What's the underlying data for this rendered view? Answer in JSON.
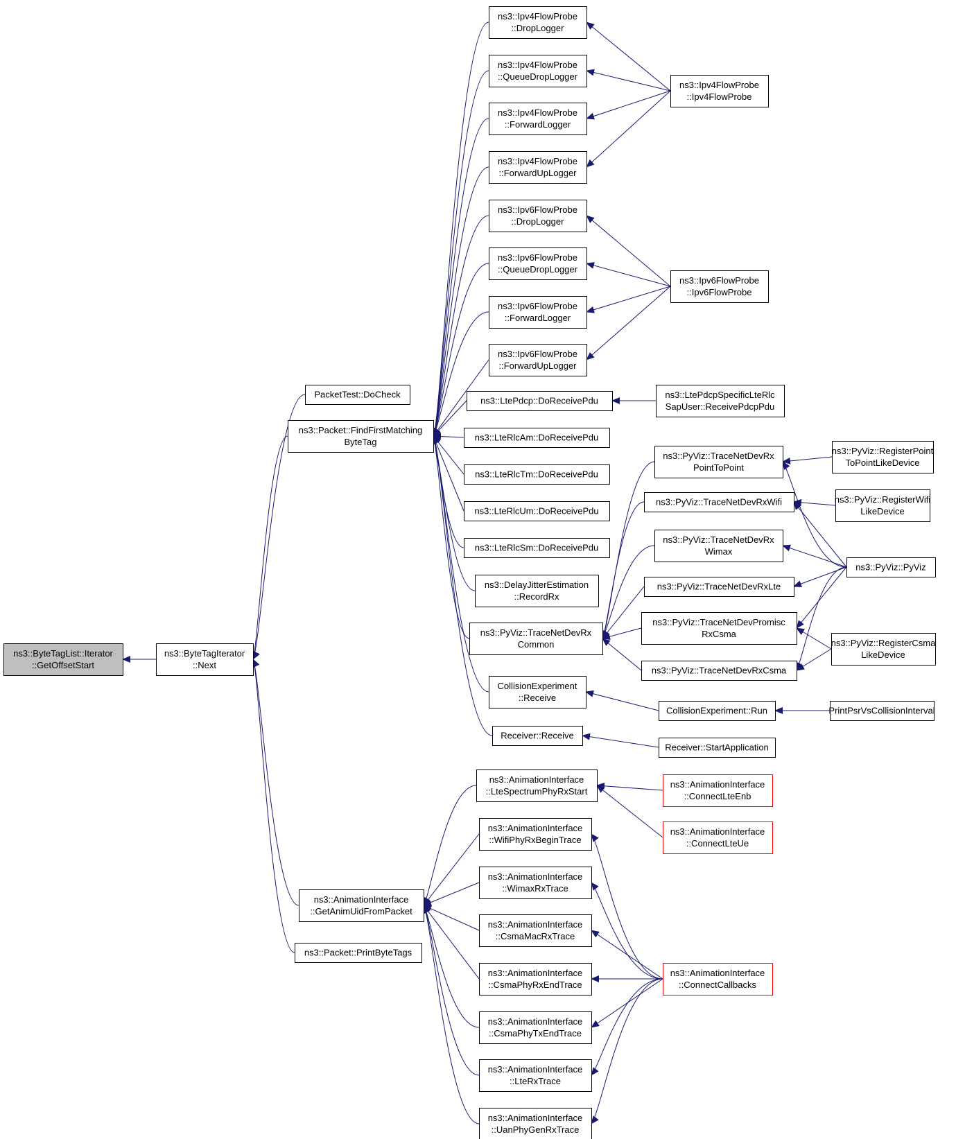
{
  "graph": {
    "colors": {
      "edge": "#191970",
      "root_fill": "#bfbfbf",
      "node_border": "#000000",
      "truncated_border": "#ff0000"
    },
    "nodes": [
      {
        "id": "n0",
        "lines": [
          "ns3::ByteTagList::Iterator",
          "::GetOffsetStart"
        ],
        "style": "root"
      },
      {
        "id": "n1",
        "lines": [
          "ns3::ByteTagIterator",
          "::Next"
        ]
      },
      {
        "id": "n2",
        "lines": [
          "PacketTest::DoCheck"
        ]
      },
      {
        "id": "n3",
        "lines": [
          "ns3::Packet::FindFirstMatching",
          "ByteTag"
        ]
      },
      {
        "id": "n4",
        "lines": [
          "ns3::AnimationInterface",
          "::GetAnimUidFromPacket"
        ]
      },
      {
        "id": "n5",
        "lines": [
          "ns3::Packet::PrintByteTags"
        ]
      },
      {
        "id": "n6",
        "lines": [
          "ns3::Ipv4FlowProbe",
          "::DropLogger"
        ]
      },
      {
        "id": "n7",
        "lines": [
          "ns3::Ipv4FlowProbe",
          "::QueueDropLogger"
        ]
      },
      {
        "id": "n8",
        "lines": [
          "ns3::Ipv4FlowProbe",
          "::ForwardLogger"
        ]
      },
      {
        "id": "n9",
        "lines": [
          "ns3::Ipv4FlowProbe",
          "::ForwardUpLogger"
        ]
      },
      {
        "id": "n10",
        "lines": [
          "ns3::Ipv6FlowProbe",
          "::DropLogger"
        ]
      },
      {
        "id": "n11",
        "lines": [
          "ns3::Ipv6FlowProbe",
          "::QueueDropLogger"
        ]
      },
      {
        "id": "n12",
        "lines": [
          "ns3::Ipv6FlowProbe",
          "::ForwardLogger"
        ]
      },
      {
        "id": "n13",
        "lines": [
          "ns3::Ipv6FlowProbe",
          "::ForwardUpLogger"
        ]
      },
      {
        "id": "n14",
        "lines": [
          "ns3::LtePdcp::DoReceivePdu"
        ]
      },
      {
        "id": "n15",
        "lines": [
          "ns3::LteRlcAm::DoReceivePdu"
        ]
      },
      {
        "id": "n16",
        "lines": [
          "ns3::LteRlcTm::DoReceivePdu"
        ]
      },
      {
        "id": "n17",
        "lines": [
          "ns3::LteRlcUm::DoReceivePdu"
        ]
      },
      {
        "id": "n18",
        "lines": [
          "ns3::LteRlcSm::DoReceivePdu"
        ]
      },
      {
        "id": "n19",
        "lines": [
          "ns3::DelayJitterEstimation",
          "::RecordRx"
        ]
      },
      {
        "id": "n20",
        "lines": [
          "ns3::PyViz::TraceNetDevRx",
          "Common"
        ]
      },
      {
        "id": "n21",
        "lines": [
          "CollisionExperiment",
          "::Receive"
        ]
      },
      {
        "id": "n22",
        "lines": [
          "Receiver::Receive"
        ]
      },
      {
        "id": "n23",
        "lines": [
          "ns3::AnimationInterface",
          "::LteSpectrumPhyRxStart"
        ]
      },
      {
        "id": "n24",
        "lines": [
          "ns3::AnimationInterface",
          "::WifiPhyRxBeginTrace"
        ]
      },
      {
        "id": "n25",
        "lines": [
          "ns3::AnimationInterface",
          "::WimaxRxTrace"
        ]
      },
      {
        "id": "n26",
        "lines": [
          "ns3::AnimationInterface",
          "::CsmaMacRxTrace"
        ]
      },
      {
        "id": "n27",
        "lines": [
          "ns3::AnimationInterface",
          "::CsmaPhyRxEndTrace"
        ]
      },
      {
        "id": "n28",
        "lines": [
          "ns3::AnimationInterface",
          "::CsmaPhyTxEndTrace"
        ]
      },
      {
        "id": "n29",
        "lines": [
          "ns3::AnimationInterface",
          "::LteRxTrace"
        ]
      },
      {
        "id": "n30",
        "lines": [
          "ns3::AnimationInterface",
          "::UanPhyGenRxTrace"
        ]
      },
      {
        "id": "n31",
        "lines": [
          "ns3::Ipv4FlowProbe",
          "::Ipv4FlowProbe"
        ]
      },
      {
        "id": "n32",
        "lines": [
          "ns3::Ipv6FlowProbe",
          "::Ipv6FlowProbe"
        ]
      },
      {
        "id": "n33",
        "lines": [
          "ns3::LtePdcpSpecificLteRlc",
          "SapUser::ReceivePdcpPdu"
        ]
      },
      {
        "id": "n34",
        "lines": [
          "ns3::PyViz::TraceNetDevRx",
          "PointToPoint"
        ]
      },
      {
        "id": "n35",
        "lines": [
          "ns3::PyViz::TraceNetDevRxWifi"
        ]
      },
      {
        "id": "n36",
        "lines": [
          "ns3::PyViz::TraceNetDevRx",
          "Wimax"
        ]
      },
      {
        "id": "n37",
        "lines": [
          "ns3::PyViz::TraceNetDevRxLte"
        ]
      },
      {
        "id": "n38",
        "lines": [
          "ns3::PyViz::TraceNetDevPromisc",
          "RxCsma"
        ]
      },
      {
        "id": "n39",
        "lines": [
          "ns3::PyViz::TraceNetDevRxCsma"
        ]
      },
      {
        "id": "n40",
        "lines": [
          "CollisionExperiment::Run"
        ]
      },
      {
        "id": "n41",
        "lines": [
          "Receiver::StartApplication"
        ]
      },
      {
        "id": "n42",
        "lines": [
          "ns3::AnimationInterface",
          "::ConnectLteEnb"
        ],
        "style": "red"
      },
      {
        "id": "n43",
        "lines": [
          "ns3::AnimationInterface",
          "::ConnectLteUe"
        ],
        "style": "red"
      },
      {
        "id": "n44",
        "lines": [
          "ns3::AnimationInterface",
          "::ConnectCallbacks"
        ],
        "style": "red"
      },
      {
        "id": "n45",
        "lines": [
          "ns3::PyViz::RegisterPoint",
          "ToPointLikeDevice"
        ]
      },
      {
        "id": "n46",
        "lines": [
          "ns3::PyViz::RegisterWifi",
          "LikeDevice"
        ]
      },
      {
        "id": "n47",
        "lines": [
          "ns3::PyViz::PyViz"
        ]
      },
      {
        "id": "n48",
        "lines": [
          "ns3::PyViz::RegisterCsma",
          "LikeDevice"
        ]
      },
      {
        "id": "n49",
        "lines": [
          "PrintPsrVsCollisionInterval"
        ]
      }
    ],
    "edges": [
      [
        "n1",
        "n0"
      ],
      [
        "n2",
        "n1"
      ],
      [
        "n3",
        "n1"
      ],
      [
        "n4",
        "n1"
      ],
      [
        "n5",
        "n1"
      ],
      [
        "n6",
        "n3"
      ],
      [
        "n7",
        "n3"
      ],
      [
        "n8",
        "n3"
      ],
      [
        "n9",
        "n3"
      ],
      [
        "n10",
        "n3"
      ],
      [
        "n11",
        "n3"
      ],
      [
        "n12",
        "n3"
      ],
      [
        "n13",
        "n3"
      ],
      [
        "n14",
        "n3"
      ],
      [
        "n15",
        "n3"
      ],
      [
        "n16",
        "n3"
      ],
      [
        "n17",
        "n3"
      ],
      [
        "n18",
        "n3"
      ],
      [
        "n19",
        "n3"
      ],
      [
        "n20",
        "n3"
      ],
      [
        "n21",
        "n3"
      ],
      [
        "n22",
        "n3"
      ],
      [
        "n23",
        "n4"
      ],
      [
        "n24",
        "n4"
      ],
      [
        "n25",
        "n4"
      ],
      [
        "n26",
        "n4"
      ],
      [
        "n27",
        "n4"
      ],
      [
        "n28",
        "n4"
      ],
      [
        "n29",
        "n4"
      ],
      [
        "n30",
        "n4"
      ],
      [
        "n31",
        "n6"
      ],
      [
        "n31",
        "n7"
      ],
      [
        "n31",
        "n8"
      ],
      [
        "n31",
        "n9"
      ],
      [
        "n32",
        "n10"
      ],
      [
        "n32",
        "n11"
      ],
      [
        "n32",
        "n12"
      ],
      [
        "n32",
        "n13"
      ],
      [
        "n33",
        "n14"
      ],
      [
        "n34",
        "n20"
      ],
      [
        "n35",
        "n20"
      ],
      [
        "n36",
        "n20"
      ],
      [
        "n37",
        "n20"
      ],
      [
        "n38",
        "n20"
      ],
      [
        "n39",
        "n20"
      ],
      [
        "n40",
        "n21"
      ],
      [
        "n41",
        "n22"
      ],
      [
        "n42",
        "n23"
      ],
      [
        "n43",
        "n23"
      ],
      [
        "n44",
        "n24"
      ],
      [
        "n44",
        "n25"
      ],
      [
        "n44",
        "n26"
      ],
      [
        "n44",
        "n27"
      ],
      [
        "n44",
        "n28"
      ],
      [
        "n44",
        "n29"
      ],
      [
        "n44",
        "n30"
      ],
      [
        "n45",
        "n34"
      ],
      [
        "n47",
        "n34"
      ],
      [
        "n46",
        "n35"
      ],
      [
        "n47",
        "n35"
      ],
      [
        "n47",
        "n36"
      ],
      [
        "n47",
        "n37"
      ],
      [
        "n47",
        "n38"
      ],
      [
        "n47",
        "n39"
      ],
      [
        "n48",
        "n38"
      ],
      [
        "n48",
        "n39"
      ],
      [
        "n49",
        "n40"
      ]
    ]
  }
}
